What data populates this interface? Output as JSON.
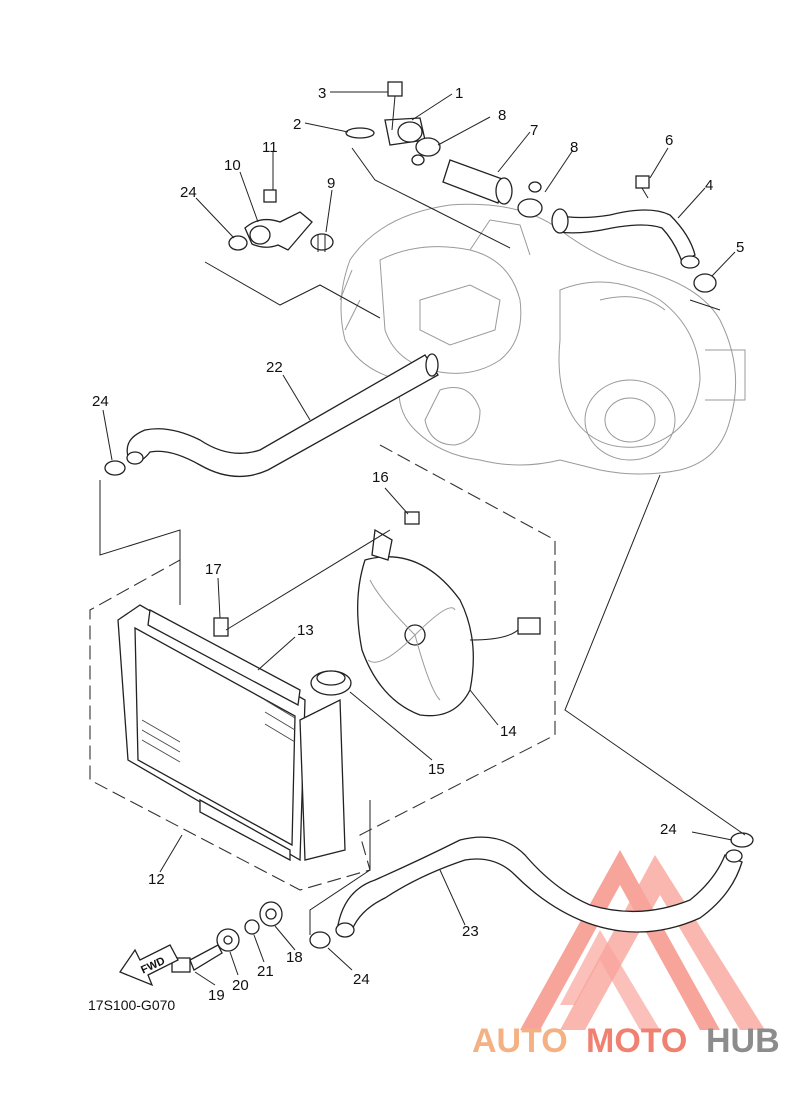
{
  "diagram_code": "17S100-G070",
  "fwd_label": "FWD",
  "watermark": {
    "part1": "AUTO",
    "part2": "MOTO",
    "part3": "HUB",
    "colors": {
      "auto": "#f4b183",
      "moto": "#f08070",
      "hub": "#8c8c8c",
      "logo": "#f25a4a"
    }
  },
  "callouts": {
    "c1": "1",
    "c2": "2",
    "c3": "3",
    "c4": "4",
    "c5": "5",
    "c6": "6",
    "c7": "7",
    "c8a": "8",
    "c8b": "8",
    "c9": "9",
    "c10": "10",
    "c11": "11",
    "c12": "12",
    "c13": "13",
    "c14": "14",
    "c15": "15",
    "c16": "16",
    "c17": "17",
    "c18": "18",
    "c19": "19",
    "c20": "20",
    "c21": "21",
    "c22": "22",
    "c23": "23",
    "c24a": "24",
    "c24b": "24",
    "c24c": "24",
    "c24d": "24"
  }
}
